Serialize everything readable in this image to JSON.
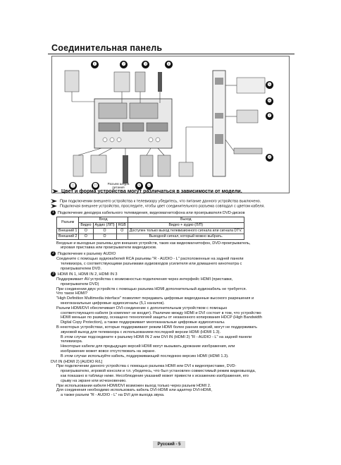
{
  "page": {
    "title": "Соединительная панель",
    "diagram_note": "Цвет и форма устройства могут различаться в зависимости от модели.",
    "diagram_labels": {
      "n1": "❶",
      "n2": "❷",
      "n3": "❸",
      "n4": "❹",
      "n5": "❺",
      "n6": "❻",
      "n7": "❼",
      "n8": "❽",
      "n9": "❾",
      "n10": "❿",
      "n11": "⓫",
      "n12": "⓬",
      "power_label": "Разъем шнура питания"
    },
    "intro": [
      "При подключении внешнего устройства к телевизору убедитесь, что питание данного устройства выключено.",
      "Подключая внешнее устройство, проследите, чтобы цвет соединительного разъема совпадал с цветом кабеля."
    ],
    "section1": {
      "num": "1",
      "heading": "Подключение декодера кабельного телевидения, видеомагнитофона или проигрывателя DVD-дисков",
      "table": {
        "head_top": [
          "Разъем",
          "Вход",
          "Выход"
        ],
        "head_sub": [
          "Видео",
          "Аудио (Л/П)",
          "RGB",
          "Видео + аудио (Л/П)"
        ],
        "rows": [
          [
            "Внешний 1",
            "O",
            "O",
            "O",
            "Доступен только выход телевизионного сигнала или сигнала DTV."
          ],
          [
            "Внешний 2",
            "O",
            "O",
            "",
            "Выходной сигнал, который можно выбрать."
          ]
        ]
      },
      "note": [
        "Входные и выходные разъемы для внешних устройств, таких как видеомагнитофон, DVD-проигрыватель,",
        "игровая приставка или проигрыватели видеодисков."
      ]
    },
    "section2": {
      "num": "2",
      "heading": "Подключение к разъему AUDIO",
      "lines": [
        "Соедините с помощью аудиокабелей RCA разъемы \"R - AUDIO - L\" расположенные на задней панели",
        "телевизора, с соответствующими разъемами аудиовходов усилителя или домашнего кинотеатра с",
        "проигрывателем DVD."
      ]
    },
    "section3": {
      "num": "3",
      "heading": "HDMI IN 1, HDMI IN 2, HDMI IN 3",
      "lines": [
        "Поддерживает AV-устройства с возможностью подключения через интерфейс HDMI (приставки,",
        "проигрыватели DVD)",
        "При соединении двух устройств с помощью разъема HDMI дополнительный аудиокабель не требуется.",
        "Что такое HDMI?",
        "\"High Definition Multimedia interface\" позволяет передавать цифровые видеоданные высокого разрешения и",
        "многоканальные цифровые аудиосигналы (5,1 каналов).",
        "Разъем HDMI/DVI обеспечивает DVI-соединение с дополнительным устройством с помощью",
        "соответствующего кабеля (в комплект не входит). Различие между HDMI и DVI состоит в том, что устройство",
        "HDMI меньше по размеру, оснащено технологией защиты от незаконного копирования HDCP (High Bandwidth",
        "Digital Copy Protection), а также поддерживает многоканальные цифровые аудиосигналы.",
        "В некоторых устройствах, которые поддерживают режим HDMI более ранних версий, могут не поддерживать",
        "звуковой выход для телевизора с использованием последней версии HDMI (HDMI 1.3).",
        "В этом случае подсоедините к разъему HDMI IN 2 или DVI IN (HDMI 2) \"R - AUDIO - L\" на задней панели",
        "телевизора.",
        "Некоторые кабели для предыдущих версий HDMI могут вызывать дрожание изображения, или",
        "изображение может вовсе отсутствовать на экране.",
        "В этом случае используйте кабель, поддерживающий последнюю версию HDMI (HDMI 1.3)."
      ]
    },
    "section4": {
      "heading": "DVI IN (HDMI 2) [AUDIO R/L]",
      "lines": [
        "При подключении данного устройства с помощью разъема HDMI или DVI к видеоприставке, DVD-",
        "проигрывателю, игровой консоли и т.п. убедитесь, что был установлен совместимый режим видеовыхода,",
        "как показано в таблице ниже. Несоблюдение указаний может привести к искажению изображения, его",
        "срыву на экране или исчезновению.",
        "При использовании кабеля HDMI/DVI возможен выход только через разъем HDMI 2.",
        "Для соединения необходимо использовать кабель DVI-HDMI или адаптер DVI-HDMI,",
        "а также разъем \"R - AUDIO - L\" на DVI для выхода звука."
      ]
    },
    "footer": "Русский - 5"
  }
}
